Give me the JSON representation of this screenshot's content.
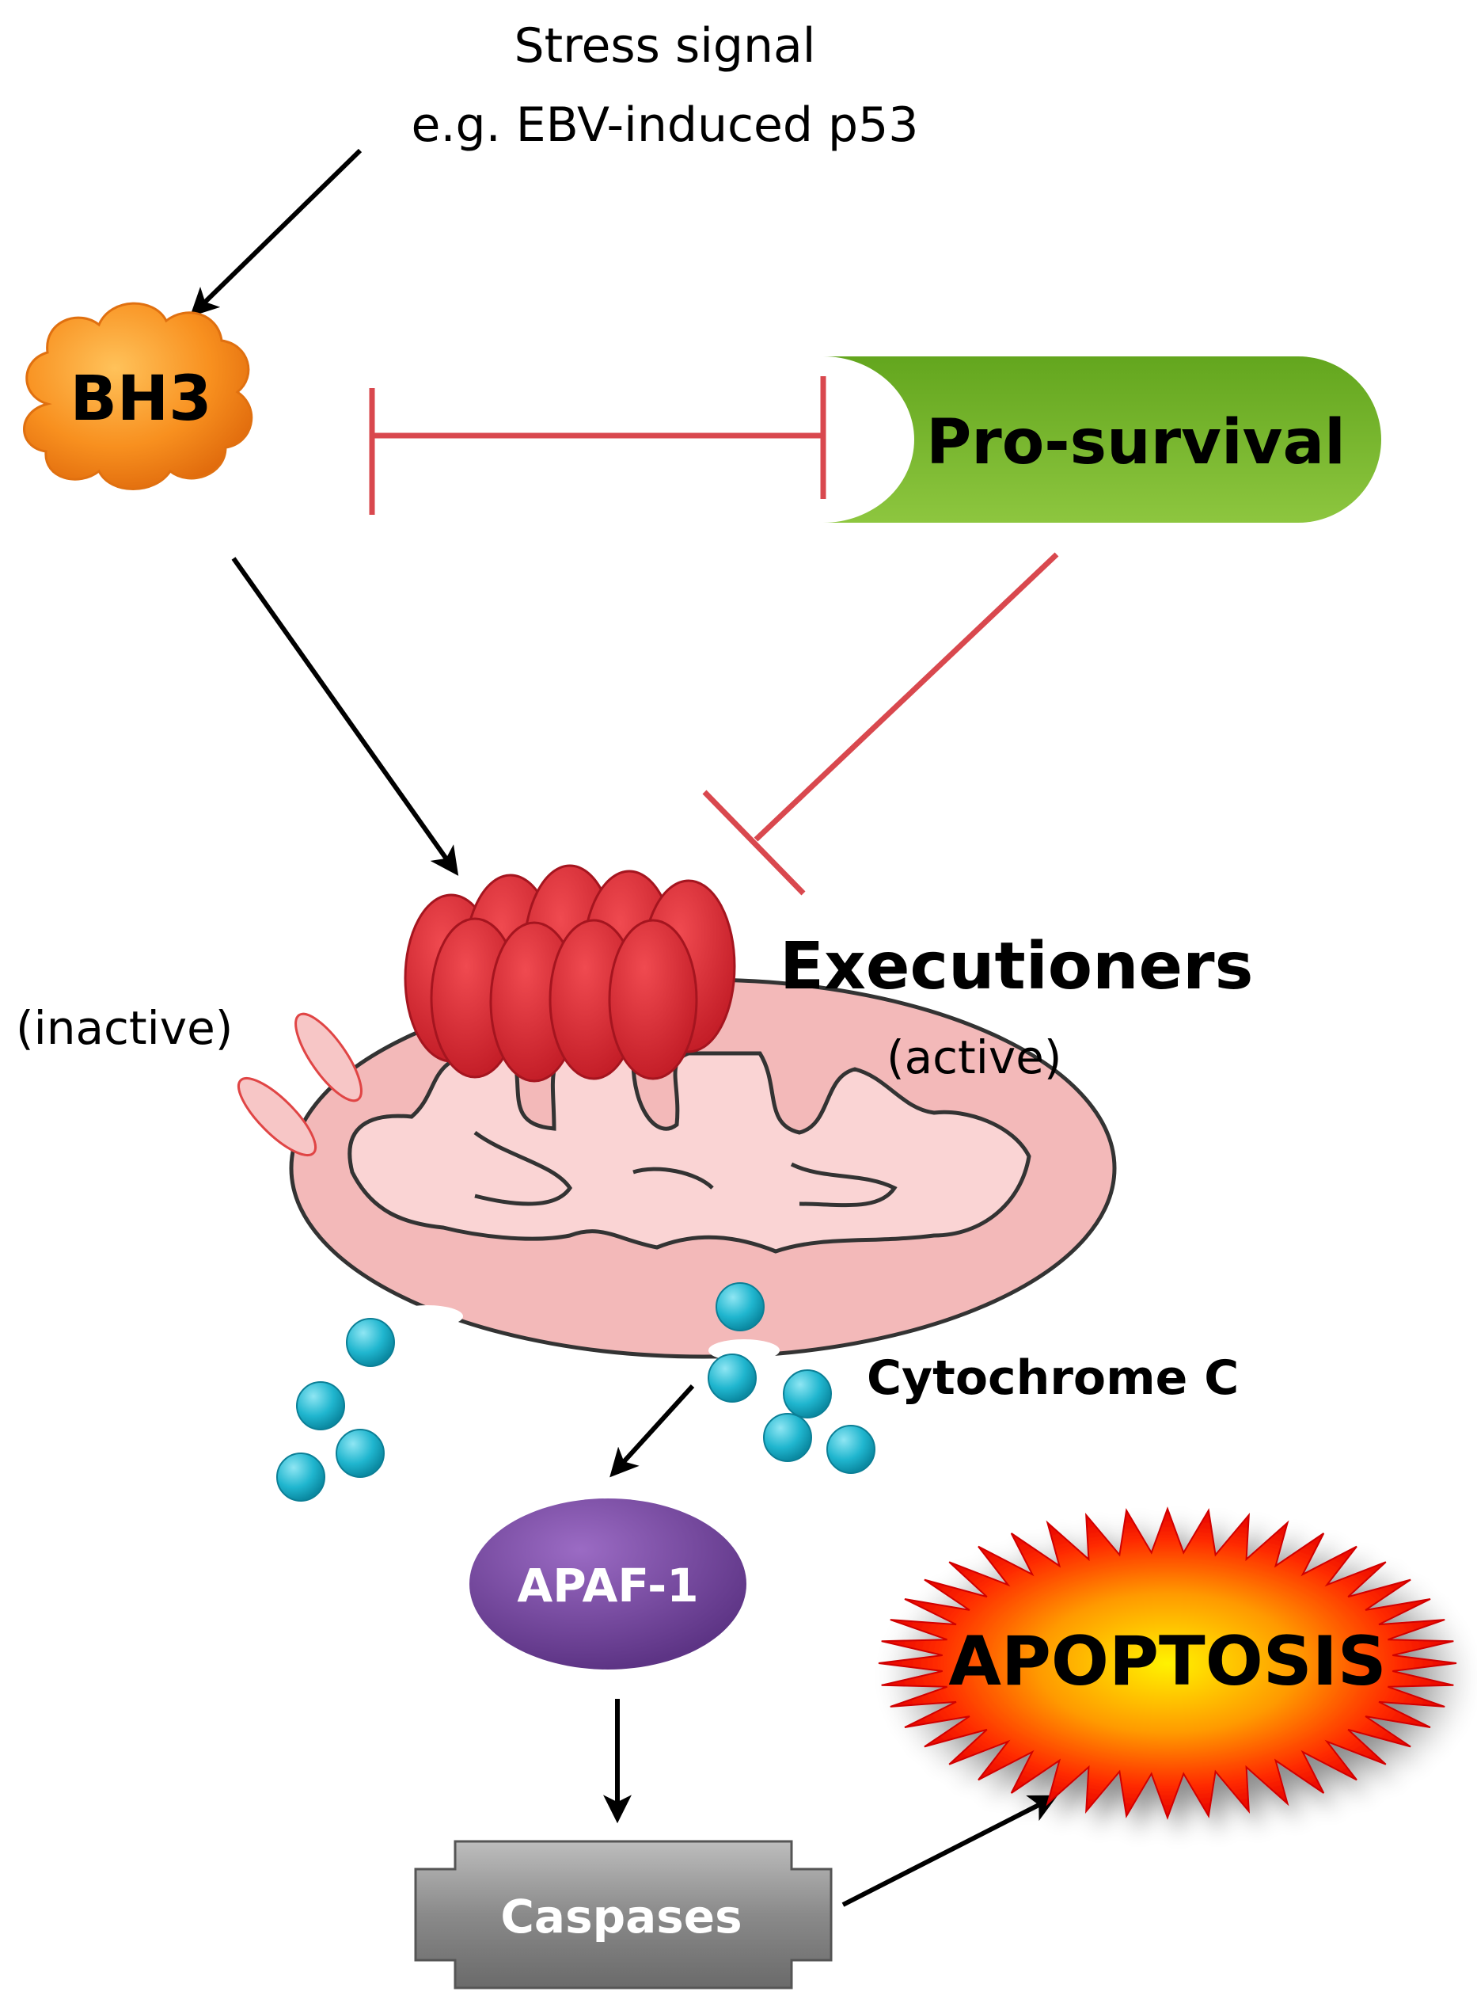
{
  "stress": {
    "line1": "Stress signal",
    "line2": "e.g. EBV-induced p53"
  },
  "bh3": {
    "label": "BH3",
    "color": "#f57f17"
  },
  "prosurvival": {
    "label": "Pro-survival",
    "color": "#7bbf2a"
  },
  "executioners": {
    "label": "Executioners",
    "active_label": "(active)",
    "inactive_label": "(inactive)",
    "color": "#e02a33"
  },
  "cytochrome": {
    "label": "Cytochrome C",
    "color": "#16b4cc"
  },
  "apaf": {
    "label": "APAF-1",
    "color": "#7e4fa8"
  },
  "caspases": {
    "label": "Caspases",
    "color": "#8c8c8c"
  },
  "apoptosis": {
    "label": "APOPTOSIS",
    "color": "#ff5a00"
  },
  "colors": {
    "activation_arrow": "#000000",
    "inhibition_line": "#d9484e",
    "mitochondrion_fill": "#f3b9b9",
    "mitochondrion_inner": "#fad4d4"
  }
}
